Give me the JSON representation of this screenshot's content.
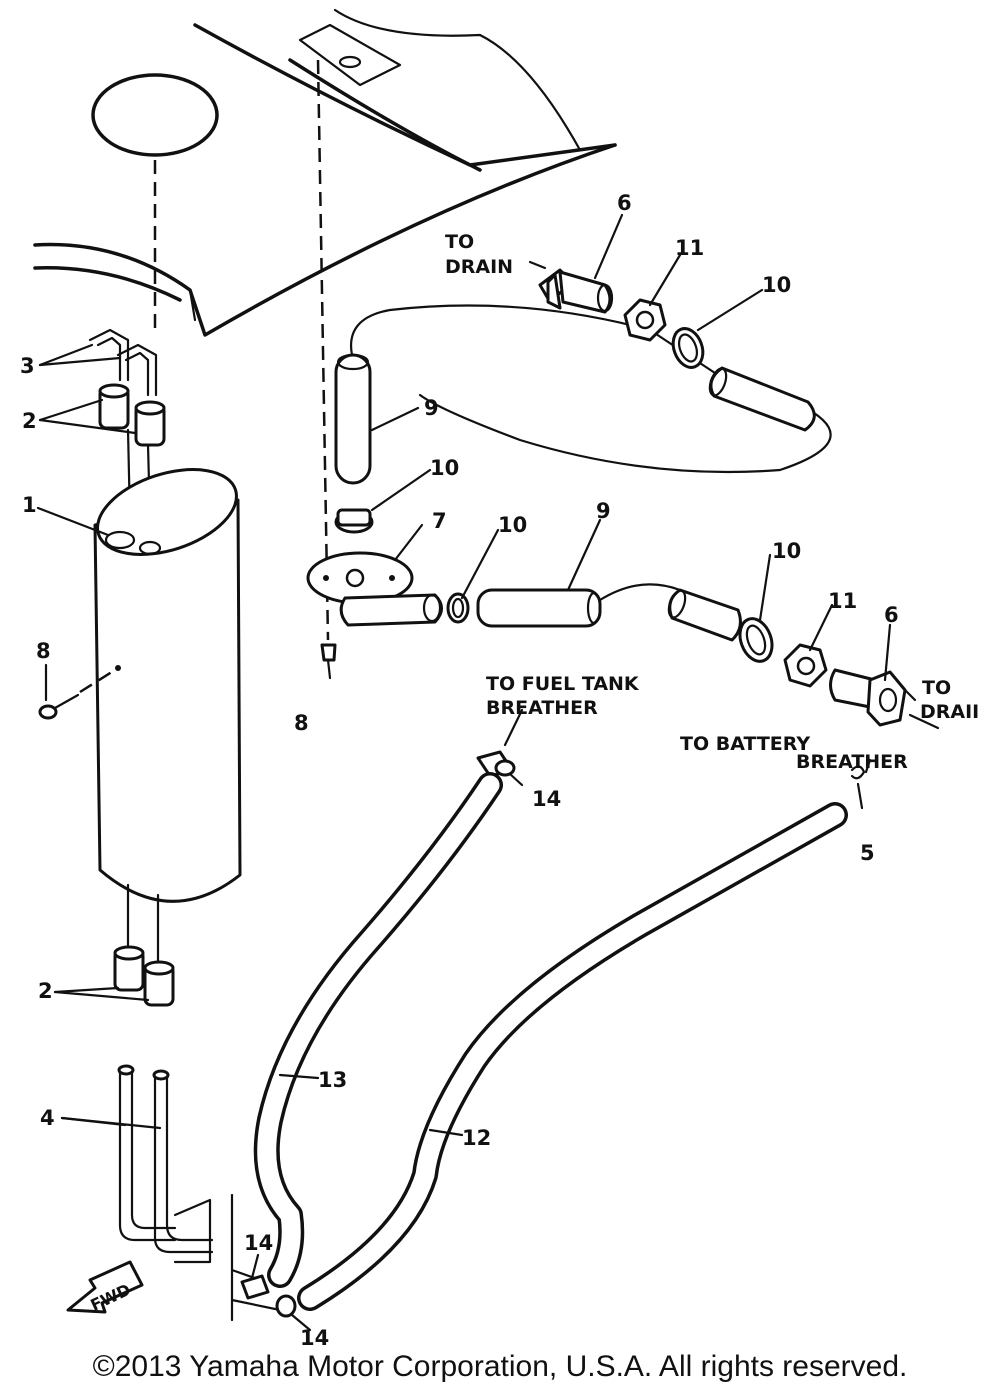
{
  "callouts": {
    "c1": "1",
    "c2a": "2",
    "c2b": "2",
    "c3": "3",
    "c4": "4",
    "c5": "5",
    "c6a": "6",
    "c6b": "6",
    "c7": "7",
    "c8a": "8",
    "c8b": "8",
    "c9a": "9",
    "c9b": "9",
    "c10a": "10",
    "c10b": "10",
    "c10c": "10",
    "c10d": "10",
    "c11a": "11",
    "c11b": "11",
    "c12": "12",
    "c13": "13",
    "c14a": "14",
    "c14b": "14",
    "c14c": "14"
  },
  "labels": {
    "to_drain_top_1": "TO",
    "to_drain_top_2": "DRAIN",
    "to_drain_right_1": "TO",
    "to_drain_right_2": "DRAII",
    "fuel_tank_1": "TO FUEL TANK",
    "fuel_tank_2": "BREATHER",
    "battery_1": "TO BATTERY",
    "battery_2": "BREATHER",
    "fwd": "FWD"
  },
  "copyright": "©2013 Yamaha Motor Corporation, U.S.A. All rights reserved."
}
